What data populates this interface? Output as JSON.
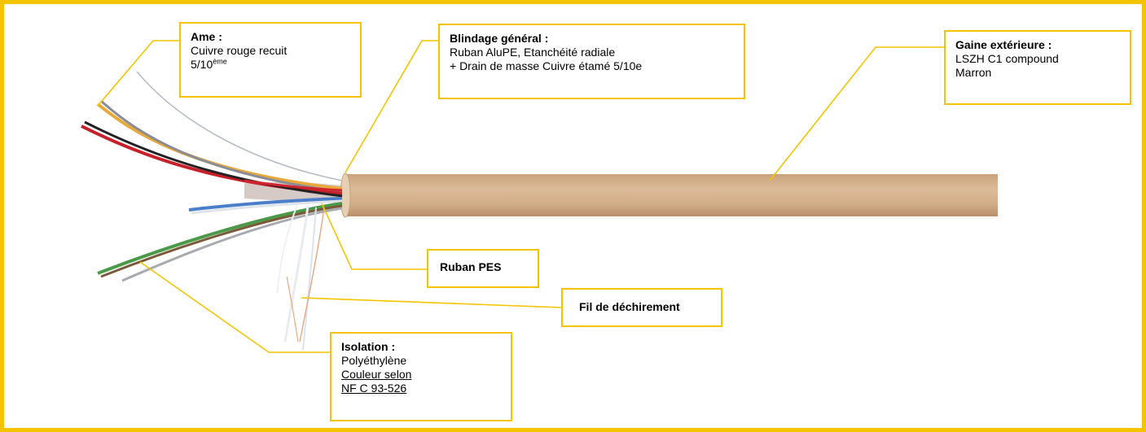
{
  "colors": {
    "frame": "#f5c400",
    "leader": "#f5c400",
    "sheath": "#d2b08c"
  },
  "labels": {
    "ame": {
      "title": "Ame :",
      "line1": "Cuivre rouge recuit",
      "line2_base": "5/10",
      "line2_sup": "ème"
    },
    "blindage": {
      "title": "Blindage général :",
      "line1": "Ruban AluPE, Etanchéité radiale",
      "line2": "+ Drain de masse  Cuivre étamé 5/10e"
    },
    "gaine": {
      "title": "Gaine extérieure :",
      "line1": "LSZH C1 compound",
      "line2": "Marron"
    },
    "ruban": {
      "title": "Ruban PES"
    },
    "fil": {
      "title": "Fil de déchirement"
    },
    "isolation": {
      "title": "Isolation :",
      "line1": "Polyéthylène",
      "line2": "Couleur selon",
      "line3": "NF C 93-526"
    }
  }
}
